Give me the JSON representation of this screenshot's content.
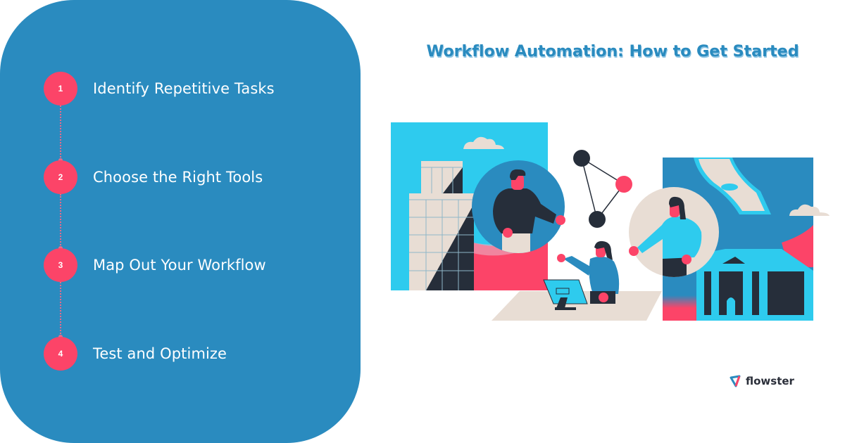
{
  "title": "Workflow Automation: How to Get Started",
  "steps": [
    {
      "number": "1",
      "label": "Identify Repetitive Tasks"
    },
    {
      "number": "2",
      "label": "Choose the Right Tools"
    },
    {
      "number": "3",
      "label": "Map Out Your Workflow"
    },
    {
      "number": "4",
      "label": "Test and Optimize"
    }
  ],
  "brand": {
    "name": "flowster",
    "icon": "flowster-logo-icon"
  },
  "colors": {
    "panel_blue": "#2a8bbf",
    "accent_pink": "#fc4468",
    "cyan": "#2ecbee",
    "dark": "#262e3a",
    "beige": "#e8ddd4"
  }
}
